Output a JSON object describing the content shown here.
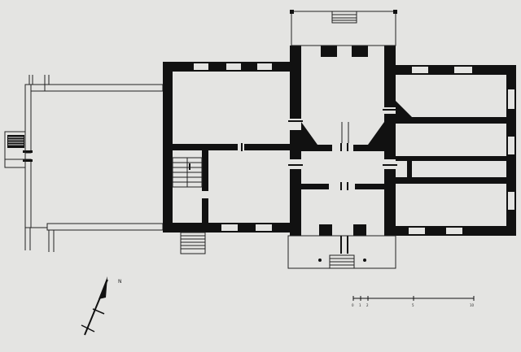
{
  "plan": {
    "north_label": "N",
    "scale_ticks": [
      "0",
      "1",
      "2",
      "5",
      "10"
    ]
  }
}
